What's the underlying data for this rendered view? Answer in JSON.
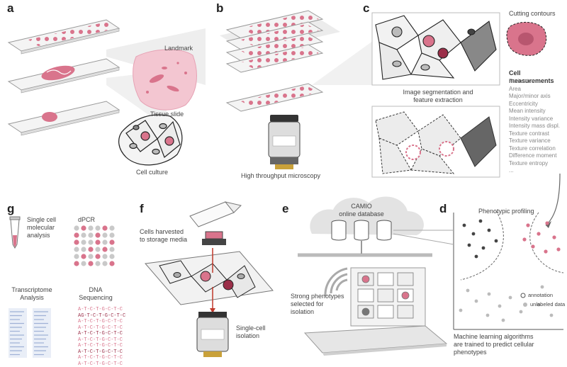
{
  "panels": {
    "a": {
      "label": "a",
      "landmark": "Landmark",
      "tissue_slide": "Tissue slide",
      "cell_culture": "Cell culture"
    },
    "b": {
      "label": "b",
      "microscopy": "High throughput microscopy"
    },
    "c": {
      "label": "c",
      "cutting_contours": "Cutting contours",
      "segmentation_line1": "Image segmentation and",
      "segmentation_line2": "feature extraction",
      "measurements_title": "Cell measurements",
      "measurements": [
        "Perimeter",
        "Area",
        "Major/minor axis",
        "Eccentricity",
        "Mean intensity",
        "Intensity variance",
        "Intensity mass displ.",
        "Texture contrast",
        "Texture variance",
        "Texture correlation",
        "Difference moment",
        "Texture entropy",
        "..."
      ]
    },
    "d": {
      "label": "d",
      "title": "Phenotypic profiling",
      "legend_annotation": "annotation",
      "legend_unlabeled": "unlabeled data",
      "caption_line1": "Machine learning algorithms",
      "caption_line2": "are trained to predict cellular",
      "caption_line3": "phenotypes"
    },
    "e": {
      "label": "e",
      "db_line1": "CAMIO",
      "db_line2": "online database",
      "strong_line1": "Strong phenotypes",
      "strong_line2": "selected for",
      "strong_line3": "isolation"
    },
    "f": {
      "label": "f",
      "harvest_line1": "Cells harvested",
      "harvest_line2": "to storage media",
      "isolation_line1": "Single-cell",
      "isolation_line2": "isolation"
    },
    "g": {
      "label": "g",
      "single_line1": "Single cell",
      "single_line2": "molecular",
      "single_line3": "analysis",
      "dpcr": "dPCR",
      "transcriptome_line1": "Transcriptome",
      "transcriptome_line2": "Analysis",
      "dna_line1": "DNA",
      "dna_line2": "Sequencing",
      "sequences": [
        "A-T-C-T-G-C-T-C",
        "AG-T-C-T-G-C-T-C",
        "A-T-C-T-G-C-T-C",
        "A-T-C-T-G-C-T-C",
        "A-T-C-T-G-C-T-C",
        "A-T-C-T-G-C-T-C",
        "A-T-C-T-G-C-T-C",
        "A-T-C-T-G-C-T-C",
        "A-T-C-T-G-C-T-C",
        "A-T-C-T-G-C-T-C"
      ]
    }
  },
  "colors": {
    "pink": "#d9748c",
    "light_pink": "#f3c6d1",
    "dark_red": "#9b2f49",
    "grey": "#c9c9c9",
    "dark_grey": "#555555"
  }
}
